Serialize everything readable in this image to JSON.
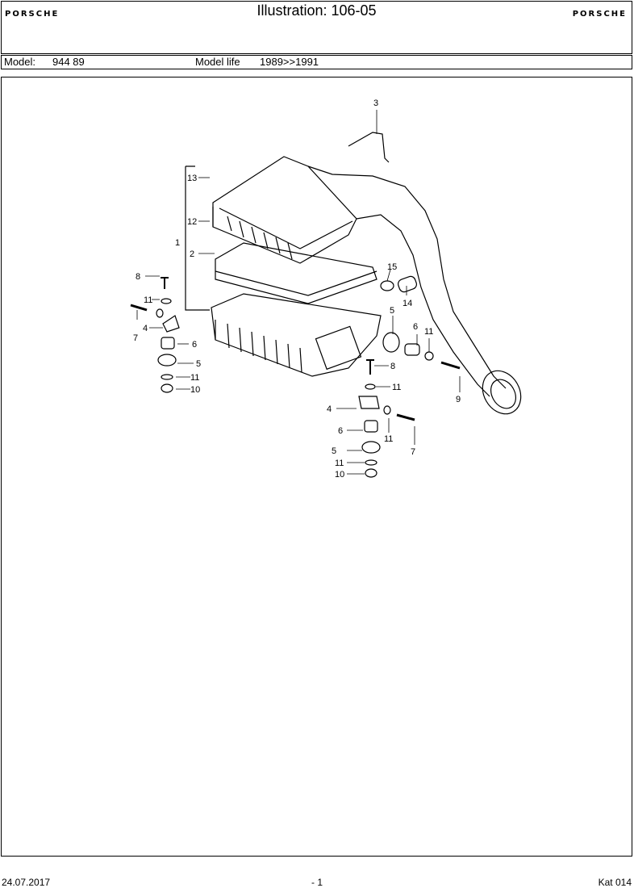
{
  "header": {
    "brand_left": "PORSCHE",
    "brand_right": "PORSCHE",
    "title": "Illustration: 106-05"
  },
  "model_bar": {
    "model_label": "Model:",
    "model_value": "944 89",
    "life_label": "Model life",
    "life_value": "1989>>1991"
  },
  "diagram": {
    "callouts": [
      "3",
      "13",
      "12",
      "1",
      "2",
      "15",
      "14",
      "8",
      "11",
      "7",
      "4",
      "6",
      "5",
      "11",
      "10",
      "5",
      "6",
      "11",
      "9",
      "8",
      "11",
      "4",
      "6",
      "11",
      "7",
      "5",
      "11",
      "10"
    ]
  },
  "footer": {
    "date": "24.07.2017",
    "page": "- 1",
    "catalog": "Kat 014"
  }
}
